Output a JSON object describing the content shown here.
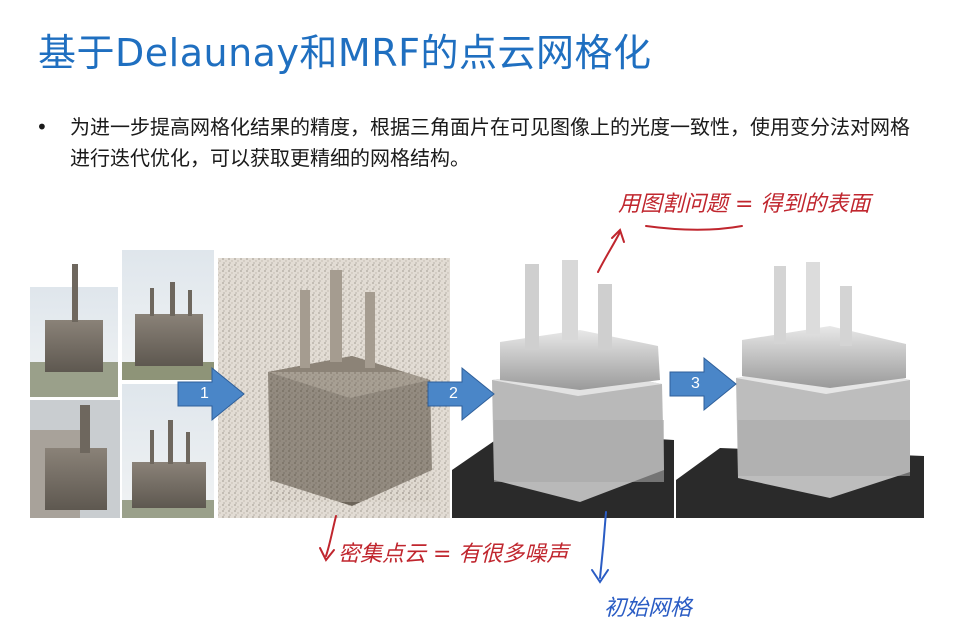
{
  "slide": {
    "title": "基于Delaunay和MRF的点云网格化",
    "bullet_symbol": "•",
    "bullet_text": "为进一步提高网格化结果的精度，根据三角面片在可见图像上的光度一致性，使用变分法对网格进行迭代优化，可以获取更精细的网格结构。"
  },
  "pipeline": {
    "steps": [
      "1",
      "2",
      "3"
    ],
    "arrow_color": "#4a86c8"
  },
  "annotations": {
    "top_right": "用图割问题 = 得到的表面",
    "bottom_red": "密集点云 = 有很多噪声",
    "bottom_blue": "初始网格"
  },
  "colors": {
    "title": "#1f6fc0",
    "ink_red": "#c0262e",
    "ink_blue": "#2a5cc4"
  }
}
